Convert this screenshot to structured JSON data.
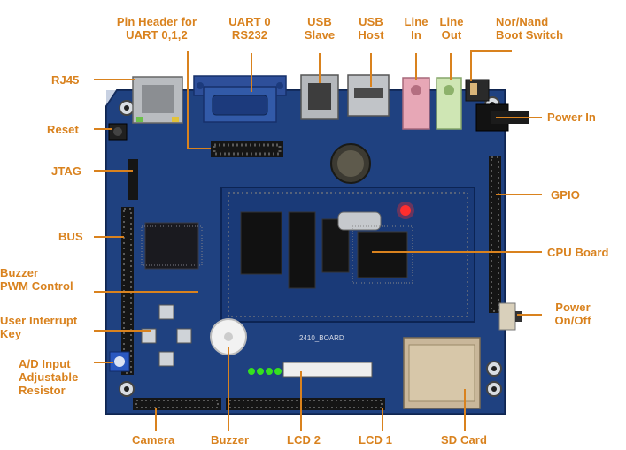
{
  "colors": {
    "label": "#d9821e",
    "board": "#1e3f7c",
    "cpu_board": "#1a3a78",
    "header_black": "#151515",
    "connector_silver": "#b9bcc0",
    "line_in_pink": "#e7a7b6",
    "line_out_green": "#cfe6b4",
    "led_green": "#35e01f",
    "led_red": "#ff2f2f",
    "background": "#ffffff"
  },
  "labels": {
    "pin_header": [
      "Pin Header for",
      "UART 0,1,2"
    ],
    "uart0": [
      "UART 0",
      "RS232"
    ],
    "usb_slave": [
      "USB",
      "Slave"
    ],
    "usb_host": [
      "USB",
      "Host"
    ],
    "line_in": [
      "Line",
      "In"
    ],
    "line_out": [
      "Line",
      "Out"
    ],
    "boot_switch": [
      "Nor/Nand",
      "Boot Switch"
    ],
    "rj45": "RJ45",
    "reset": "Reset",
    "jtag": "JTAG",
    "bus": "BUS",
    "buzzer_pwm": [
      "Buzzer",
      "PWM Control"
    ],
    "user_interrupt": [
      "User Interrupt",
      "Key"
    ],
    "ad_input": [
      "A/D Input",
      "Adjustable",
      "Resistor"
    ],
    "power_in": "Power In",
    "gpio": "GPIO",
    "cpu_board": "CPU Board",
    "power_onoff": [
      "Power",
      "On/Off"
    ],
    "camera": "Camera",
    "buzzer": "Buzzer",
    "lcd2": "LCD 2",
    "lcd1": "LCD 1",
    "sd_card": "SD Card"
  },
  "board_text": {
    "silkscreen": "2410_BOARD"
  }
}
